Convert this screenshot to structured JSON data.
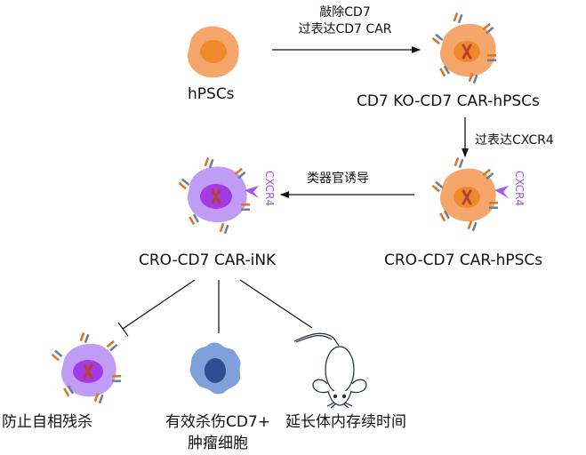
{
  "nodes": {
    "hpscs": {
      "label": "hPSCs"
    },
    "ko_car_hpscs": {
      "label": "CD7 KO-CD7 CAR-hPSCs"
    },
    "cro_car_hpscs": {
      "label": "CRO-CD7 CAR-hPSCs",
      "receptor_label": "CXCR4"
    },
    "cro_car_ink": {
      "label": "CRO-CD7 CAR-iNK",
      "receptor_label": "CXCR4"
    }
  },
  "arrows": {
    "step1_line1": "敲除CD7",
    "step1_line2": "过表达CD7 CAR",
    "step2": "过表达CXCR4",
    "step3": "类器官诱导"
  },
  "outcomes": [
    {
      "label": "防止自相残杀",
      "relation": "inhibits"
    },
    {
      "label_line1": "有效杀伤CD7+",
      "label_line2": "肿瘤细胞",
      "relation": "acts-on"
    },
    {
      "label": "延长体内存续时间",
      "relation": "acts-on"
    }
  ],
  "colors": {
    "hpsc_outer": "#f5a66b",
    "hpsc_inner": "#ee8a2c",
    "ink_outer": "#c09cf5",
    "ink_inner": "#a23ae6",
    "chromosome": "#b8402e",
    "cxcr4": "#a257f0",
    "tumor_outer": "#7fa0d8",
    "tumor_inner": "#2d4f92",
    "car_orange": "#d9772b",
    "car_gray": "#6e7f95",
    "mouse_stroke": "#1f2a44"
  }
}
